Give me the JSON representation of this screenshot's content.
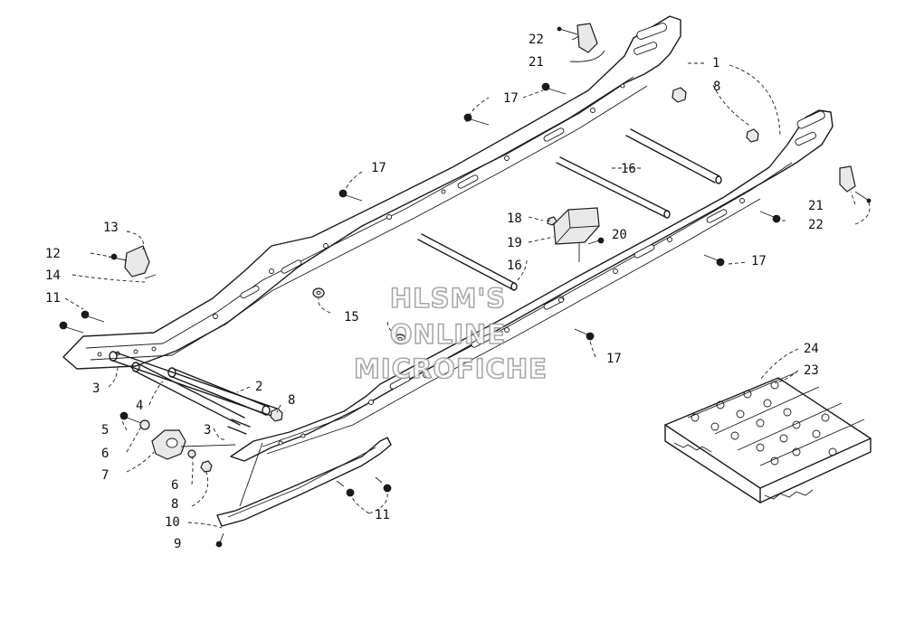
{
  "watermark": {
    "line1": "HLSM'S",
    "line2": "ONLINE",
    "line3": "MICROFICHE"
  },
  "callouts": {
    "c1": "1",
    "c2": "2",
    "c3a": "3",
    "c3b": "3",
    "c4": "4",
    "c5": "5",
    "c6a": "6",
    "c6b": "6",
    "c7": "7",
    "c8a": "8",
    "c8b": "8",
    "c8c": "8",
    "c9": "9",
    "c10": "10",
    "c11a": "11",
    "c11b": "11",
    "c12": "12",
    "c13": "13",
    "c14": "14",
    "c15": "15",
    "c16a": "16",
    "c16b": "16",
    "c17a": "17",
    "c17b": "17",
    "c17c": "17",
    "c17d": "17",
    "c18": "18",
    "c19": "19",
    "c20": "20",
    "c21a": "21",
    "c21b": "21",
    "c22a": "22",
    "c22b": "22",
    "c23": "23",
    "c24": "24"
  }
}
